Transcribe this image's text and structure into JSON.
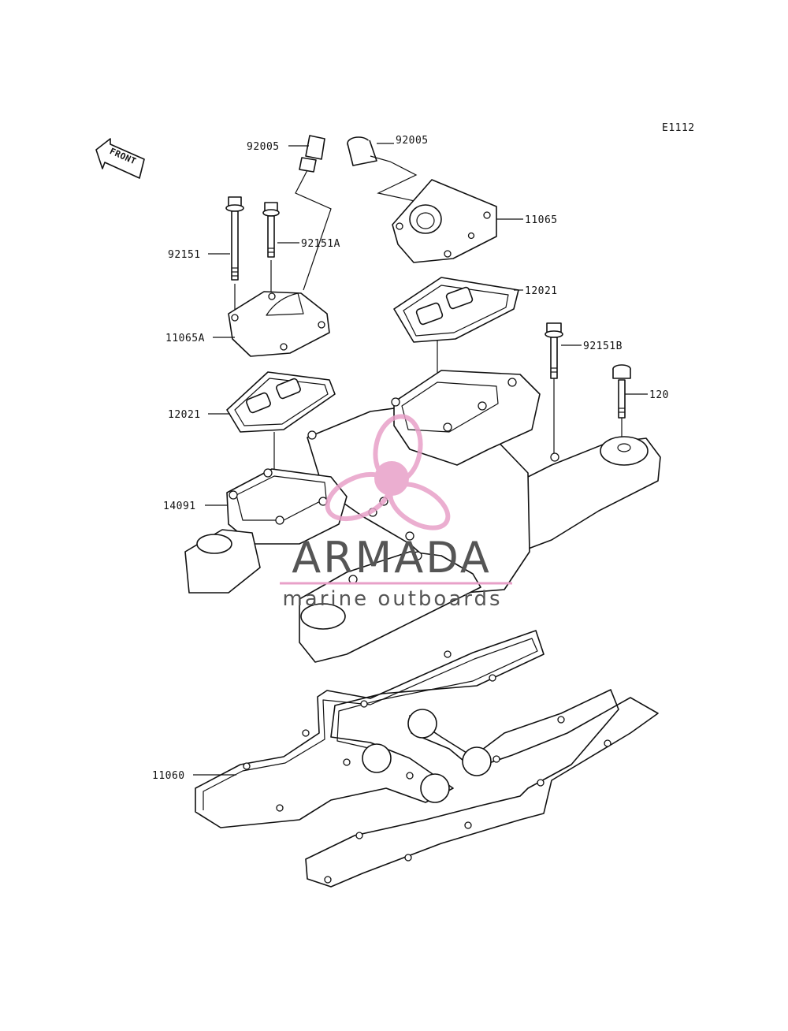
{
  "diagram_code": "E1112",
  "front_arrow_label": "FRONT",
  "parts": {
    "p92005_left": "92005",
    "p92005_right": "92005",
    "p11065": "11065",
    "p92151": "92151",
    "p92151A": "92151A",
    "p12021_right": "12021",
    "p11065A": "11065A",
    "p92151B": "92151B",
    "p120": "120",
    "p12021_left": "12021",
    "p14091": "14091",
    "p11060": "11060"
  },
  "watermark": {
    "brand": "ARMADA",
    "tagline": "marine outboards",
    "colors": {
      "logo_pink": "#e8a0c8",
      "text_gray": "#555555"
    }
  }
}
